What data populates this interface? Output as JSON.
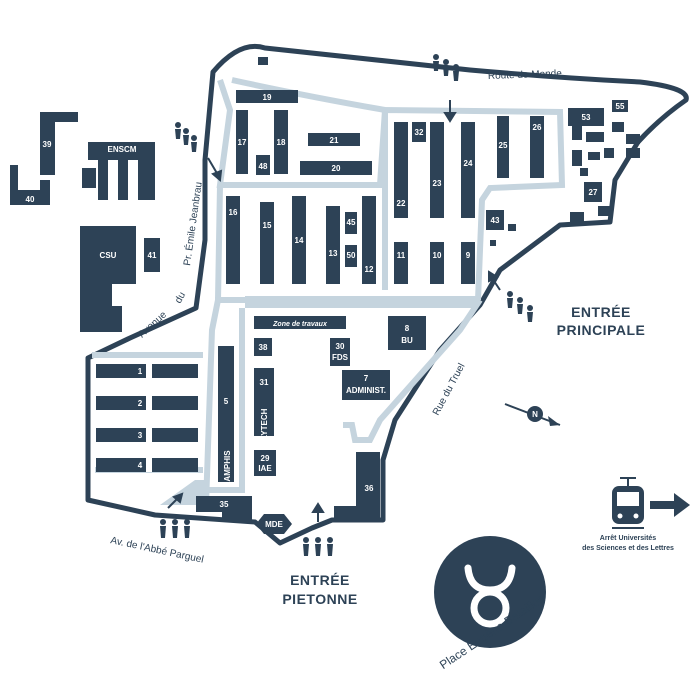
{
  "buildings": {
    "b1": "1",
    "b2": "2",
    "b3": "3",
    "b4": "4",
    "b5": "5",
    "b8": "8",
    "b8sub": "BU",
    "b7": "7",
    "b7sub": "ADMINIST.",
    "b9": "9",
    "b10": "10",
    "b11": "11",
    "b12": "12",
    "b13": "13",
    "b14": "14",
    "b15": "15",
    "b16": "16",
    "b17": "17",
    "b18": "18",
    "b19": "19",
    "b20": "20",
    "b21": "21",
    "b22": "22",
    "b23": "23",
    "b24": "24",
    "b25": "25",
    "b26": "26",
    "b27": "27",
    "b29": "29",
    "b29sub": "IAE",
    "b30": "30",
    "b30sub": "FDS",
    "b31": "31",
    "b31sub": "POLYTECH",
    "b32": "32",
    "b35": "35",
    "b36": "36",
    "b38": "38",
    "b39": "39",
    "b40": "40",
    "b41": "41",
    "b43": "43",
    "b45": "45",
    "b48": "48",
    "b50": "50",
    "b53": "53",
    "b55": "55",
    "amphis": "AMPHIS",
    "enscm": "ENSCM",
    "csu": "CSU",
    "mde": "MDE",
    "works": "Zone de travaux"
  },
  "roads": {
    "route_mende": "Route de Mende",
    "emile": "Pr. Émile Jeanbrau",
    "avenue": "Avenue",
    "du": "du",
    "truel": "Rue du Truel",
    "abbe": "Av. de l'Abbé Parguel"
  },
  "entrances": {
    "principale_1": "ENTRÉE",
    "principale_2": "PRINCIPALE",
    "pietonne_1": "ENTRÉE",
    "pietonne_2": "PIETONNE"
  },
  "tram": {
    "line1": "Arrêt Universités",
    "line2": "des Sciences et des Lettres"
  },
  "place": "Place Eugène Bataillon",
  "colors": {
    "building": "#2d4256",
    "path": "#c5d4de",
    "background": "#ffffff"
  },
  "icons": [
    "pedestrian-icon",
    "tram-icon",
    "arrow-right-icon",
    "compass-icon",
    "entry-arrow-icon"
  ]
}
